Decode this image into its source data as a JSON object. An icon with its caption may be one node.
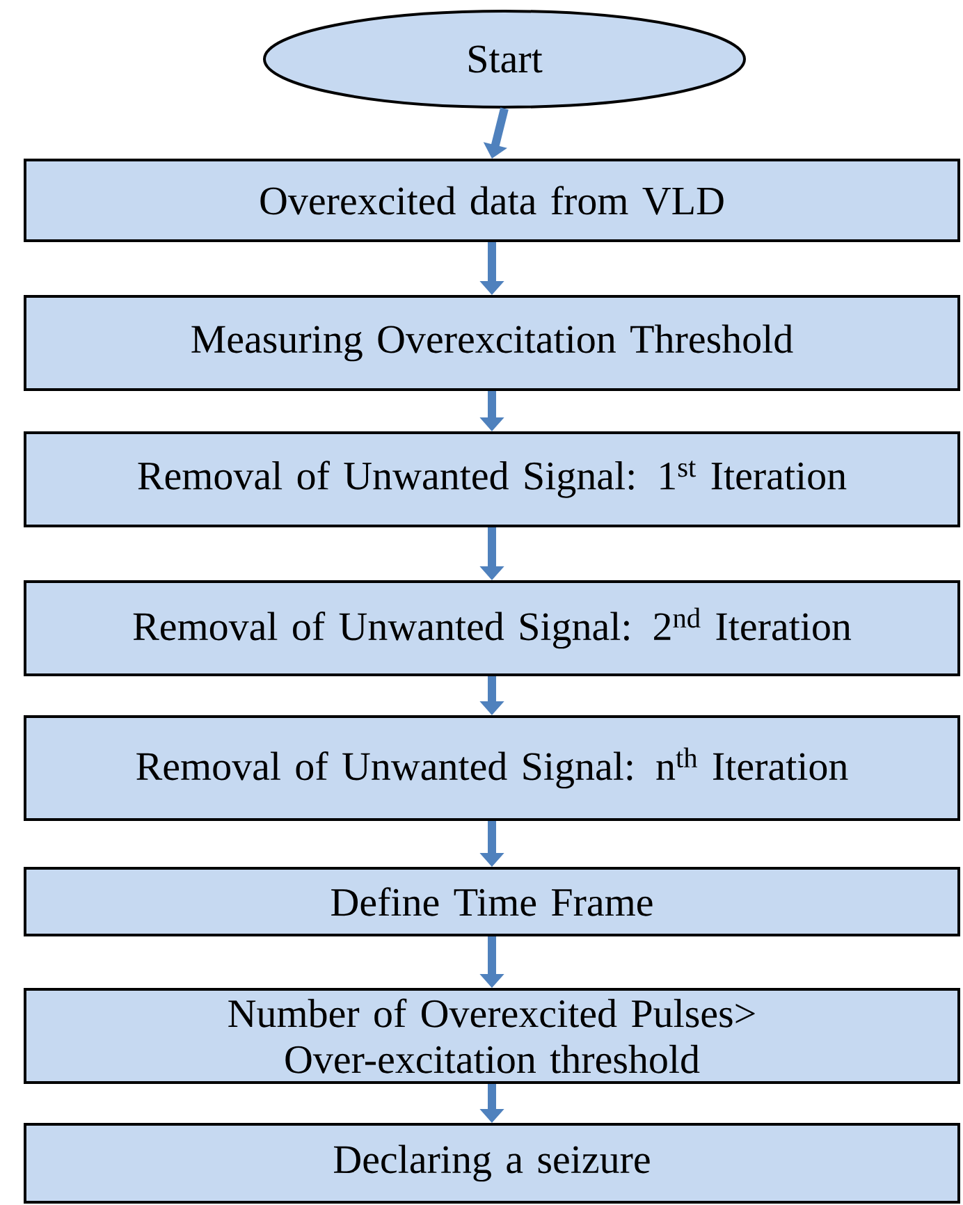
{
  "diagram": {
    "nodes": [
      {
        "text": [
          "Start"
        ]
      },
      {
        "text": [
          "Overexcited data from VLD"
        ]
      },
      {
        "text": [
          "Measuring Overexcitation Threshold"
        ]
      },
      {
        "text": [
          "Removal of Unwanted Signal: 1$^{st}$ Iteration"
        ]
      },
      {
        "text": [
          "Removal of Unwanted Signal: 2$^{nd}$ Iteration"
        ]
      },
      {
        "text": [
          "Removal of Unwanted Signal: n$^{th}$ Iteration"
        ]
      },
      {
        "text": [
          "Define Time Frame"
        ]
      },
      {
        "text": [
          "Number of Overexcited Pulses> Over-excitation threshold"
        ]
      },
      {
        "text": [
          "Declaring a seizure"
        ]
      }
    ],
    "edges": [
      {
        "from": 0,
        "to": 1,
        "arrow": "to"
      },
      {
        "from": 1,
        "to": 2,
        "arrow": "to"
      },
      {
        "from": 2,
        "to": 3,
        "arrow": "to"
      },
      {
        "from": 3,
        "to": 4,
        "arrow": "to"
      },
      {
        "from": 4,
        "to": 5,
        "arrow": "to"
      },
      {
        "from": 5,
        "to": 6,
        "arrow": "to"
      },
      {
        "from": 6,
        "to": 7,
        "arrow": "to"
      },
      {
        "from": 7,
        "to": 8,
        "arrow": "to"
      }
    ]
  }
}
